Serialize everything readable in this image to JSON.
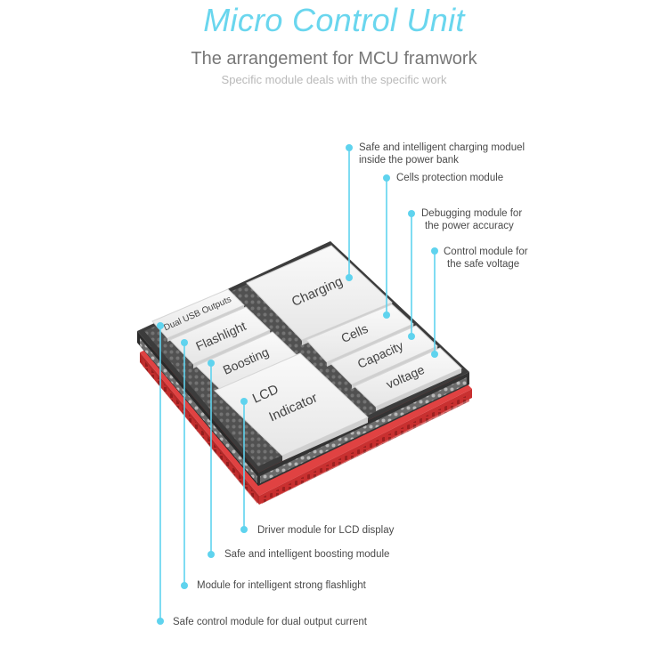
{
  "header": {
    "title": "Micro Control Unit",
    "subtitle": "The arrangement for MCU framwork",
    "tagline": "Specific module deals with the specific work"
  },
  "modules": {
    "charging": "Charging",
    "cells": "Cells",
    "capacity": "Capacity",
    "voltage": "voltage",
    "dual_usb": "Dual USB Outputs",
    "flashlight": "Flashlight",
    "boosting": "Boosting",
    "lcd_line1": "LCD",
    "lcd_line2": "Indicator"
  },
  "callouts": {
    "charging": {
      "line1": "Safe and intelligent charging moduel",
      "line2": "inside the power bank"
    },
    "cells": {
      "line1": "Cells protection module"
    },
    "capacity": {
      "line1": "Debugging module for",
      "line2": "the power accuracy"
    },
    "voltage": {
      "line1": "Control module for",
      "line2": "the safe voltage"
    },
    "lcd": {
      "line1": "Driver module for LCD display"
    },
    "boosting": {
      "line1": "Safe and intelligent boosting module"
    },
    "flashlight": {
      "line1": "Module for intelligent strong flashlight"
    },
    "dual_usb": {
      "line1": "Safe control module for dual output current"
    }
  },
  "colors": {
    "accent": "#5fd3ee",
    "pcb_red": "#d93b3b",
    "chip_dark": "#3a3a3a",
    "module_white": "#f2f2f2"
  }
}
